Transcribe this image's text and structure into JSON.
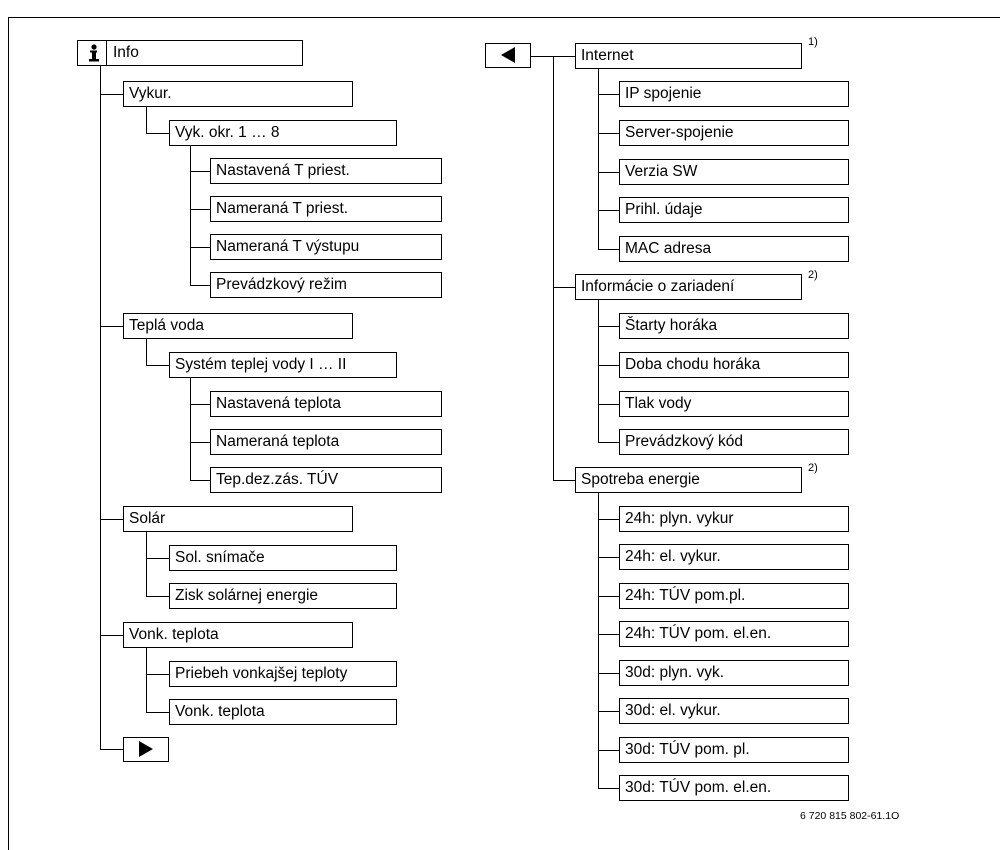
{
  "left": {
    "root": "Info",
    "vykur": "Vykur.",
    "vyk_okr": "Vyk. okr. 1 … 8",
    "vyk_items": [
      "Nastavená T priest.",
      "Nameraná T priest.",
      "Nameraná T výstupu",
      "Prevádzkový režim"
    ],
    "tepla_voda": "Teplá voda",
    "system_tv": "Systém teplej vody I … II",
    "tv_items": [
      "Nastavená teplota",
      "Nameraná teplota",
      "Tep.dez.zás. TÚV"
    ],
    "solar": "Solár",
    "solar_items": [
      "Sol. snímače",
      "Zisk solárnej energie"
    ],
    "vonk": "Vonk. teplota",
    "vonk_items": [
      "Priebeh vonkajšej teploty",
      "Vonk. teplota"
    ]
  },
  "right": {
    "internet": "Internet",
    "internet_note": "1)",
    "internet_items": [
      "IP spojenie",
      "Server-spojenie",
      "Verzia SW",
      "Prihl. údaje",
      "MAC adresa"
    ],
    "device": "Informácie o zariadení",
    "device_note": "2)",
    "device_items": [
      "Štarty horáka",
      "Doba chodu horáka",
      "Tlak vody",
      "Prevádzkový kód"
    ],
    "energy": "Spotreba energie",
    "energy_note": "2)",
    "energy_items": [
      "24h: plyn. vykur",
      "24h: el. vykur.",
      "24h: TÚV pom.pl.",
      "24h: TÚV pom. el.en.",
      "30d: plyn. vyk.",
      "30d: el. vykur.",
      "30d: TÚV pom. pl.",
      "30d: TÚV pom. el.en."
    ]
  },
  "reference": "6 720 815 802-61.1O",
  "icons": {
    "info": "info-icon",
    "next": "play-right-icon",
    "back": "play-left-icon"
  }
}
